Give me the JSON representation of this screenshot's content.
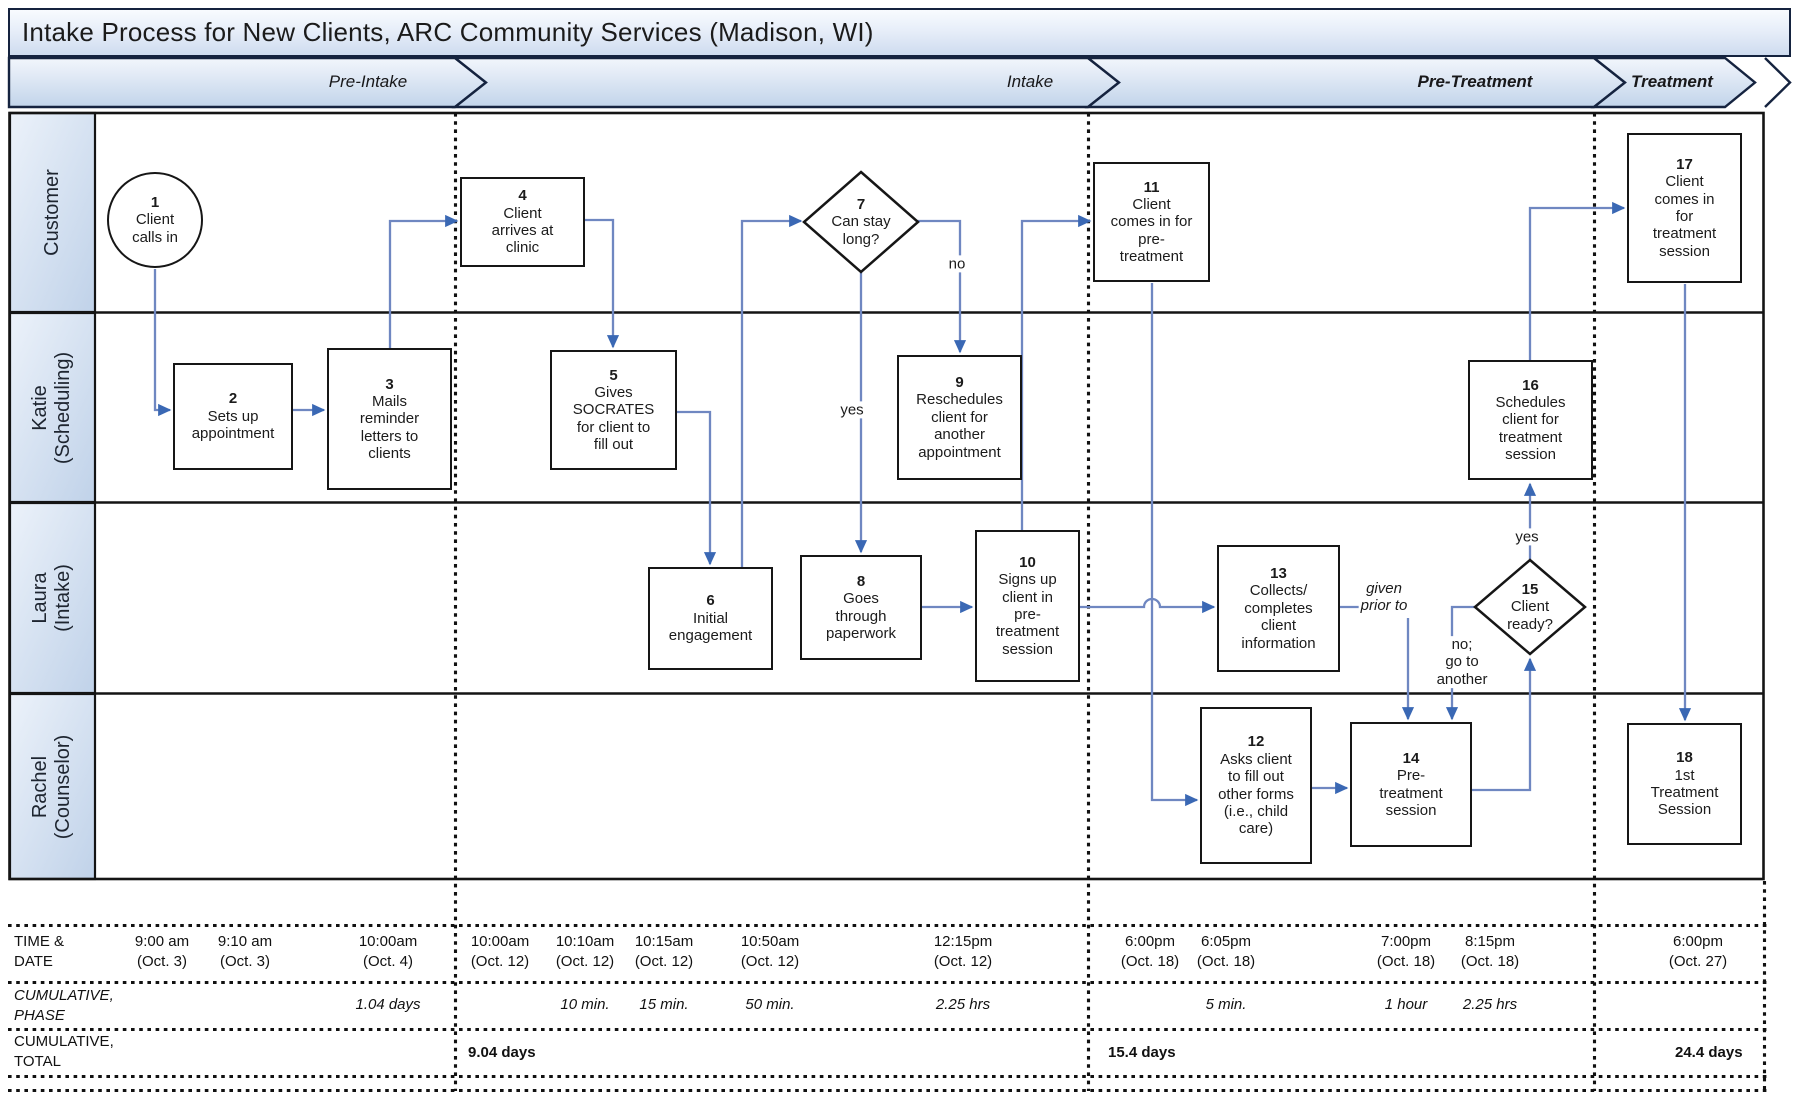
{
  "title": "Intake Process for New Clients, ARC Community Services (Madison, WI)",
  "phases": [
    {
      "label": "Pre-Intake"
    },
    {
      "label": "Intake"
    },
    {
      "label": "Pre-Treatment"
    },
    {
      "label": "Treatment"
    }
  ],
  "lanes": [
    {
      "label": "Customer"
    },
    {
      "label": "Katie\n(Scheduling)"
    },
    {
      "label": "Laura\n(Intake)"
    },
    {
      "label": "Rachel\n(Counselor)"
    }
  ],
  "steps": [
    {
      "num": "1",
      "text": "Client\ncalls in",
      "shape": "circle"
    },
    {
      "num": "2",
      "text": "Sets up\nappointment",
      "shape": "box"
    },
    {
      "num": "3",
      "text": "Mails\nreminder\nletters to\nclients",
      "shape": "box"
    },
    {
      "num": "4",
      "text": "Client\narrives at\nclinic",
      "shape": "box"
    },
    {
      "num": "5",
      "text": "Gives\nSOCRATES\nfor client to\nfill out",
      "shape": "box"
    },
    {
      "num": "6",
      "text": "Initial\nengagement",
      "shape": "box"
    },
    {
      "num": "7",
      "text": "Can stay\nlong?",
      "shape": "diamond"
    },
    {
      "num": "8",
      "text": "Goes\nthrough\npaperwork",
      "shape": "box"
    },
    {
      "num": "9",
      "text": "Reschedules\nclient for\nanother\nappointment",
      "shape": "box"
    },
    {
      "num": "10",
      "text": "Signs up\nclient in\npre-\ntreatment\nsession",
      "shape": "box"
    },
    {
      "num": "11",
      "text": "Client\ncomes in for\npre-\ntreatment",
      "shape": "box"
    },
    {
      "num": "12",
      "text": "Asks client\nto fill out\nother forms\n(i.e., child\ncare)",
      "shape": "box"
    },
    {
      "num": "13",
      "text": "Collects/\ncompletes\nclient\ninformation",
      "shape": "box"
    },
    {
      "num": "14",
      "text": "Pre-\ntreatment\nsession",
      "shape": "box"
    },
    {
      "num": "15",
      "text": "Client\nready?",
      "shape": "diamond"
    },
    {
      "num": "16",
      "text": "Schedules\nclient for\ntreatment\nsession",
      "shape": "box"
    },
    {
      "num": "17",
      "text": "Client\ncomes in\nfor\ntreatment\nsession",
      "shape": "box"
    },
    {
      "num": "18",
      "text": "1st\nTreatment\nSession",
      "shape": "box"
    }
  ],
  "edge_labels": [
    {
      "text": "no"
    },
    {
      "text": "yes"
    },
    {
      "text": "given\nprior to"
    },
    {
      "text": "no;\ngo to\nanother"
    },
    {
      "text": "yes"
    }
  ],
  "timeline": {
    "row_headers": [
      {
        "label": "TIME &\nDATE"
      },
      {
        "label": "CUMULATIVE,\nPHASE"
      },
      {
        "label": "CUMULATIVE,\nTOTAL"
      }
    ],
    "times": [
      {
        "text": "9:00 am\n(Oct. 3)"
      },
      {
        "text": "9:10 am\n(Oct. 3)"
      },
      {
        "text": "10:00am\n(Oct. 4)"
      },
      {
        "text": "10:00am\n(Oct. 12)"
      },
      {
        "text": "10:10am\n(Oct. 12)"
      },
      {
        "text": "10:15am\n(Oct. 12)"
      },
      {
        "text": "10:50am\n(Oct. 12)"
      },
      {
        "text": "12:15pm\n(Oct. 12)"
      },
      {
        "text": "6:00pm\n(Oct. 18)"
      },
      {
        "text": "6:05pm\n(Oct. 18)"
      },
      {
        "text": "7:00pm\n(Oct. 18)"
      },
      {
        "text": "8:15pm\n(Oct. 18)"
      },
      {
        "text": "6:00pm\n(Oct. 27)"
      }
    ],
    "phase_durations": [
      {
        "text": "1.04 days"
      },
      {
        "text": "10 min."
      },
      {
        "text": "15 min."
      },
      {
        "text": "50 min."
      },
      {
        "text": "2.25 hrs"
      },
      {
        "text": "5 min."
      },
      {
        "text": "1 hour"
      },
      {
        "text": "2.25 hrs"
      }
    ],
    "cumulative_totals": [
      {
        "text": "9.04 days"
      },
      {
        "text": "15.4 days"
      },
      {
        "text": "24.4 days"
      }
    ]
  },
  "colors": {
    "connector": "#6f87c1",
    "arrowhead": "#3a68b4",
    "band_light": "#eef3fb",
    "band_dark": "#c2d4ea",
    "border": "#15233f"
  }
}
